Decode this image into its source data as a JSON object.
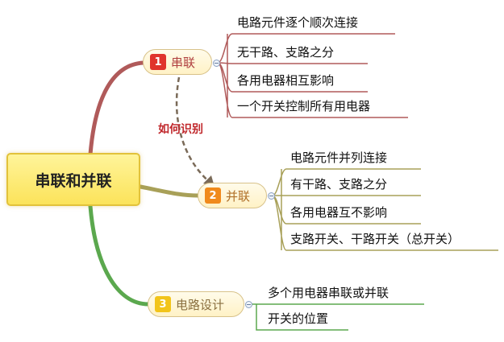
{
  "central": {
    "title": "串联和并联"
  },
  "branches": [
    {
      "badge": "1",
      "label": "串联",
      "color": "#b05a5a",
      "leaves": [
        "电路元件逐个顺次连接",
        "无干路、支路之分",
        "各用电器相互影响",
        "一个开关控制所有用电器"
      ]
    },
    {
      "badge": "2",
      "label": "并联",
      "color": "#a8a058",
      "leaves": [
        "电路元件并列连接",
        "有干路、支路之分",
        "各用电器互不影响",
        "支路开关、干路开关（总开关）"
      ]
    },
    {
      "badge": "3",
      "label": "电路设计",
      "color": "#5ba84e",
      "leaves": [
        "多个用电器串联或并联",
        "开关的位置"
      ]
    }
  ],
  "relation": {
    "label": "如何识别",
    "color": "#7a6a58"
  }
}
